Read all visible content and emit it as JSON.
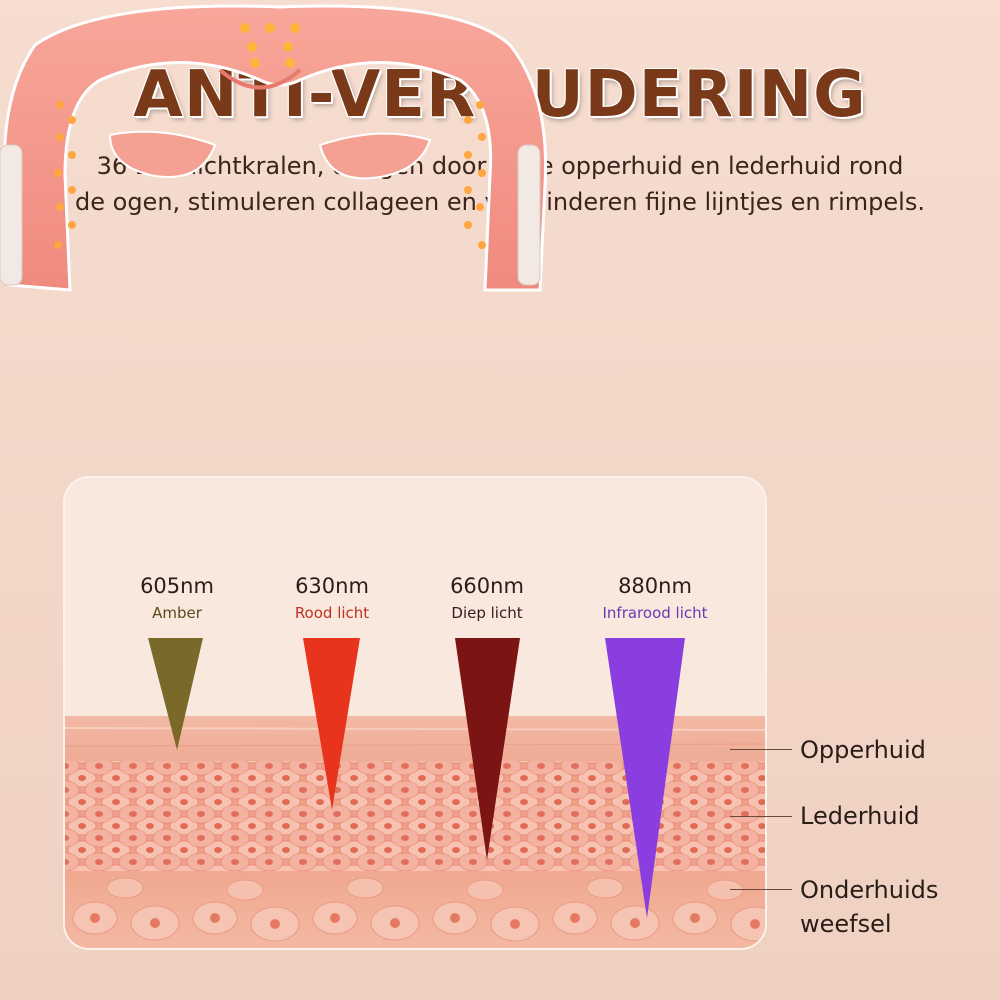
{
  "header": {
    "title": "ANTI-VEROUDERING",
    "subtitle_line1": "36 LED-lichtkralen, dringen door in de opperhuid en lederhuid rond",
    "subtitle_line2": "de ogen, stimuleren collageen en verminderen fijne lijntjes en rimpels."
  },
  "wavelengths": [
    {
      "nm": "605nm",
      "name": "Amber",
      "color": "#7a6a2a",
      "name_color": "#5a4a1a"
    },
    {
      "nm": "630nm",
      "name": "Rood licht",
      "color": "#e8341c",
      "name_color": "#c03020"
    },
    {
      "nm": "660nm",
      "name": "Diep licht",
      "color": "#7c1414",
      "name_color": "#3a1a1a"
    },
    {
      "nm": "880nm",
      "name": "Infrarood licht",
      "color": "#8a3ee0",
      "name_color": "#6a3ab0"
    }
  ],
  "layers": {
    "top": "Opperhuid",
    "middle": "Lederhuid",
    "bottom_line1": "Onderhuids",
    "bottom_line2": "weefsel"
  }
}
